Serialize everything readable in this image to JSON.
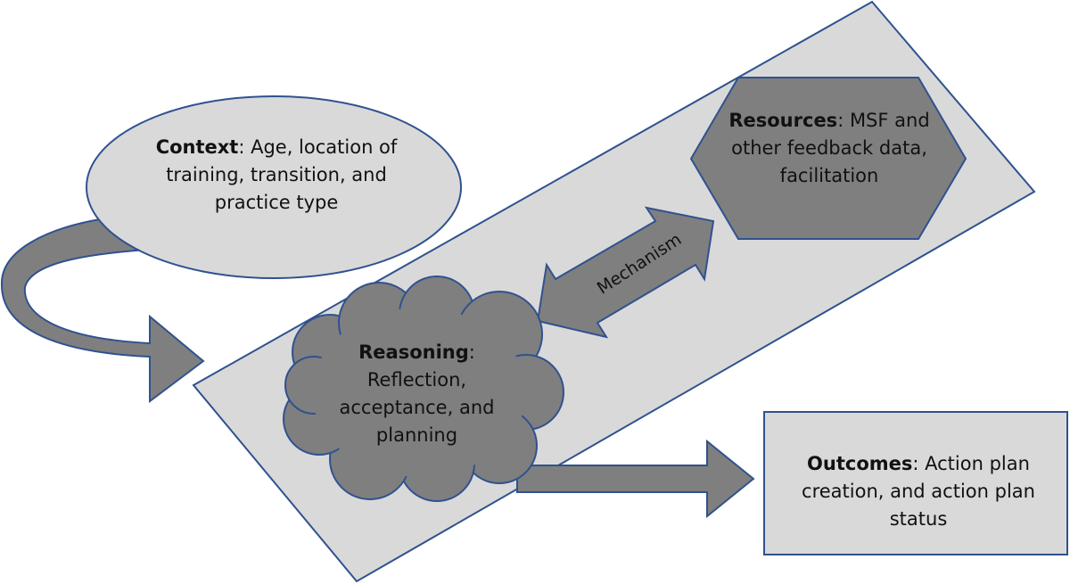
{
  "context": {
    "title": "Context",
    "text": ": Age, location of training, transition, and practice type"
  },
  "resources": {
    "title": "Resources",
    "text": ": MSF and other feedback data, facilitation"
  },
  "reasoning": {
    "title": "Reasoning",
    "text": ": Reflection, acceptance, and planning"
  },
  "mechanism": {
    "label": "Mechanism"
  },
  "outcomes": {
    "title": "Outcomes",
    "text": ": Action plan creation, and action plan status"
  },
  "colors": {
    "light_fill": "#d9d9d9",
    "dark_fill": "#7f7f7f",
    "outline": "#2f528f"
  }
}
